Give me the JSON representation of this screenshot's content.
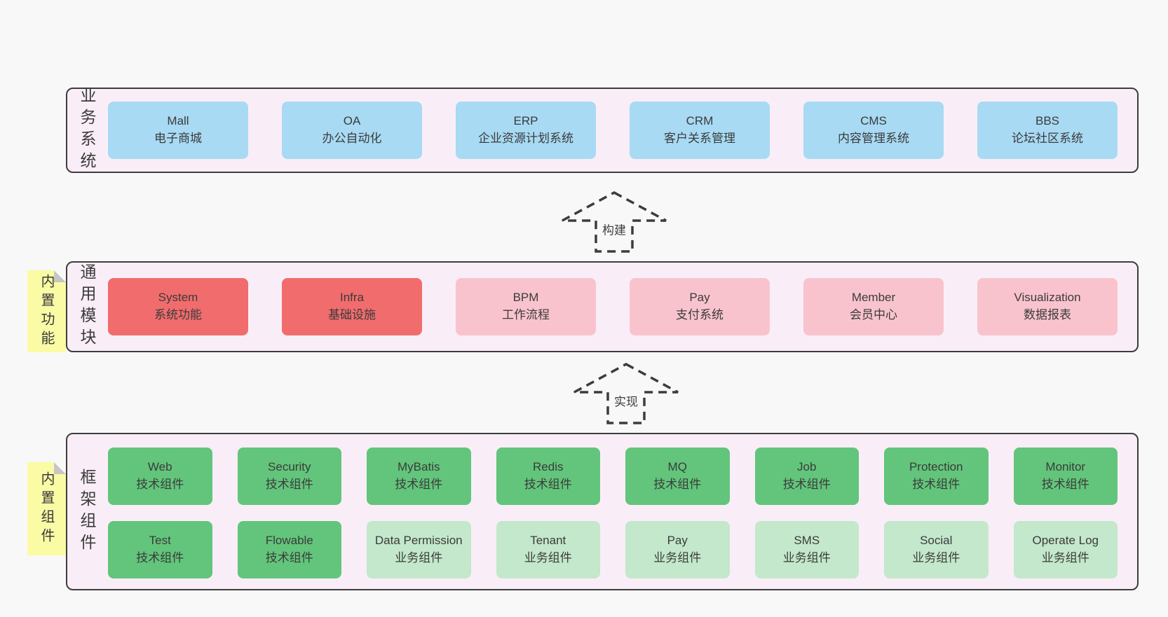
{
  "colors": {
    "page_background": "#f8f8f8",
    "layer_fill": "#f9eef7",
    "layer_border": "#3d3d3d",
    "business_box": "#a8daf3",
    "core_module_box": "#f16c6d",
    "optional_module_box": "#f9c3cd",
    "technical_component_box": "#62c57b",
    "business_component_box": "#c3e8cb",
    "sticky_note": "#fbfba5",
    "sticky_fold": "#c6c6c6",
    "text": "#3b3b3b"
  },
  "arrows": [
    {
      "label": "构建"
    },
    {
      "label": "实现"
    }
  ],
  "layers": [
    {
      "label": "业务系统",
      "boxes": [
        {
          "title": "Mall",
          "subtitle": "电子商城"
        },
        {
          "title": "OA",
          "subtitle": "办公自动化"
        },
        {
          "title": "ERP",
          "subtitle": "企业资源计划系统"
        },
        {
          "title": "CRM",
          "subtitle": "客户关系管理"
        },
        {
          "title": "CMS",
          "subtitle": "内容管理系统"
        },
        {
          "title": "BBS",
          "subtitle": "论坛社区系统"
        }
      ]
    },
    {
      "label": "通用模块",
      "sticky": "内置功能",
      "boxes": [
        {
          "title": "System",
          "subtitle": "系统功能"
        },
        {
          "title": "Infra",
          "subtitle": "基础设施"
        },
        {
          "title": "BPM",
          "subtitle": "工作流程"
        },
        {
          "title": "Pay",
          "subtitle": "支付系统"
        },
        {
          "title": "Member",
          "subtitle": "会员中心"
        },
        {
          "title": "Visualization",
          "subtitle": "数据报表"
        }
      ]
    },
    {
      "label": "框架组件",
      "sticky": "内置组件",
      "boxes": [
        {
          "title": "Web",
          "subtitle": "技术组件"
        },
        {
          "title": "Security",
          "subtitle": "技术组件"
        },
        {
          "title": "MyBatis",
          "subtitle": "技术组件"
        },
        {
          "title": "Redis",
          "subtitle": "技术组件"
        },
        {
          "title": "MQ",
          "subtitle": "技术组件"
        },
        {
          "title": "Job",
          "subtitle": "技术组件"
        },
        {
          "title": "Protection",
          "subtitle": "技术组件"
        },
        {
          "title": "Monitor",
          "subtitle": "技术组件"
        },
        {
          "title": "Test",
          "subtitle": "技术组件"
        },
        {
          "title": "Flowable",
          "subtitle": "技术组件"
        },
        {
          "title": "Data Permission",
          "subtitle": "业务组件"
        },
        {
          "title": "Tenant",
          "subtitle": "业务组件"
        },
        {
          "title": "Pay",
          "subtitle": "业务组件"
        },
        {
          "title": "SMS",
          "subtitle": "业务组件"
        },
        {
          "title": "Social",
          "subtitle": "业务组件"
        },
        {
          "title": "Operate Log",
          "subtitle": "业务组件"
        }
      ]
    }
  ]
}
